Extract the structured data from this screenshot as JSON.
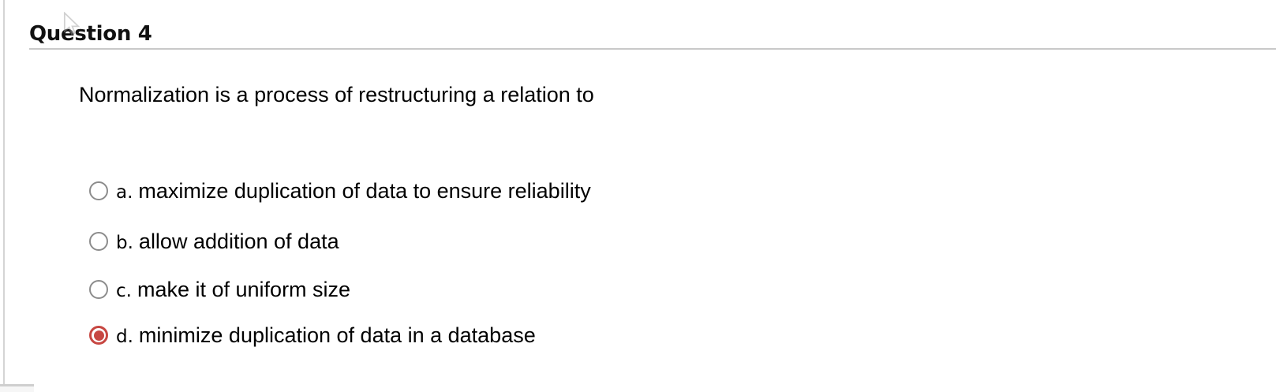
{
  "question": {
    "header": "Question 4",
    "prompt": "Normalization is a process of restructuring a relation to",
    "options": [
      {
        "letter": "a.",
        "text": "maximize duplication of data to ensure reliability",
        "selected": false
      },
      {
        "letter": "b.",
        "text": "allow addition of data",
        "selected": false
      },
      {
        "letter": "c.",
        "text": "make it of uniform size",
        "selected": false
      },
      {
        "letter": "d.",
        "text": "minimize duplication of data in a database",
        "selected": true
      }
    ]
  },
  "colors": {
    "accent_selected_radio": "#c74742",
    "unselected_radio_border": "#8c8c8c",
    "divider": "#c9c9c9",
    "text": "#000000",
    "panel_border": "#d4d4d4"
  }
}
